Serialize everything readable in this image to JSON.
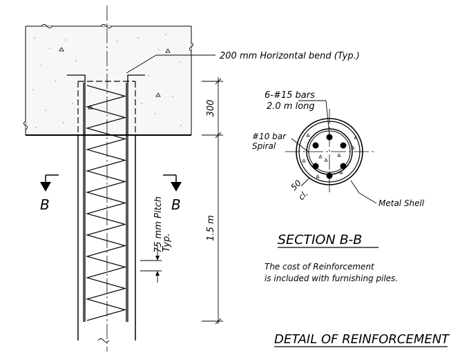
{
  "labels": {
    "horizontal_bend": "200 mm Horizontal bend (Typ.)",
    "dim_300": "300",
    "dim_1_5m": "1.5 m",
    "pitch_line1": "75 mm Pitch",
    "pitch_line2": "Typ.",
    "section_left": "B",
    "section_right": "B",
    "bars_line1": "6-#15 bars",
    "bars_line2": "2.0 m long",
    "spiral_line1": "#10 bar",
    "spiral_line2": "Spiral",
    "cover_value": "50",
    "cover_unit": "cl.",
    "metal_shell": "Metal Shell",
    "section_title": "SECTION B-B",
    "note_line1": "The cost of Reinforcement",
    "note_line2": "is included with furnishing piles.",
    "detail_title": "DETAIL OF REINFORCEMENT"
  }
}
